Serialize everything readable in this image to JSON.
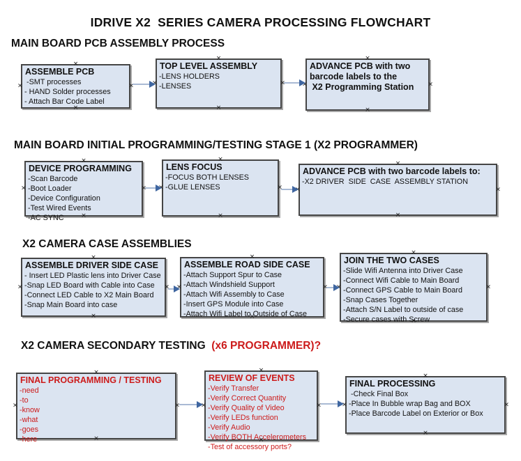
{
  "title": "IDRIVE X2  SERIES CAMERA PROCESSING FLOWCHART",
  "colors": {
    "box_fill": "#dbe4f1",
    "box_border": "#454545",
    "box_shadow": "#a8a8a8",
    "arrow_line": "#a9bad4",
    "arrow_head": "#3f66a0",
    "red_text": "#cc1b1b"
  },
  "sections": [
    {
      "heading": "MAIN BOARD PCB ASSEMBLY PROCESS",
      "heading_red": "",
      "boxes": [
        {
          "title": "ASSEMBLE PCB",
          "items": [
            " -SMT processes",
            "- HAND Solder processes",
            "- Attach Bar Code Label"
          ]
        },
        {
          "title": "TOP LEVEL ASSEMBLY",
          "items": [
            "-LENS HOLDERS",
            "-LENSES"
          ]
        },
        {
          "title": "ADVANCE PCB with two\nbarcode labels to the\n X2 Programming Station",
          "items": []
        }
      ]
    },
    {
      "heading": "MAIN BOARD INITIAL PROGRAMMING/TESTING STAGE 1 (X2 PROGRAMMER)",
      "heading_red": "",
      "boxes": [
        {
          "title": "DEVICE PROGRAMMING",
          "items": [
            "-Scan Barcode",
            "-Boot Loader",
            "-Device Configuration",
            "-Test Wired Events",
            "-AC SYNC"
          ]
        },
        {
          "title": "LENS FOCUS",
          "items": [
            "-FOCUS BOTH LENSES",
            "-GLUE LENSES"
          ]
        },
        {
          "title": "ADVANCE PCB with two barcode labels to:",
          "items": [
            "-X2 DRIVER  SIDE  CASE  ASSEMBLY STATION"
          ]
        }
      ]
    },
    {
      "heading": "X2 CAMERA CASE ASSEMBLIES",
      "heading_red": "",
      "boxes": [
        {
          "title": "ASSEMBLE DRIVER SIDE CASE",
          "items": [
            "- Insert LED Plastic lens into Driver Case",
            "-Snap LED Board with Cable into Case",
            "-Connect LED Cable to X2 Main Board",
            "-Snap Main Board into case"
          ]
        },
        {
          "title": "ASSEMBLE ROAD SIDE CASE",
          "items": [
            "-Attach Support Spur to Case",
            "-Attach Windshield Support",
            "-Attach Wifi Assembly to Case",
            "-Insert GPS Module into Case",
            "-Attach Wifi Label to Outside of Case"
          ]
        },
        {
          "title": "JOIN THE TWO CASES",
          "items": [
            "-Slide Wifi Antenna into Driver Case",
            "-Connect Wifi Cable to Main Board",
            "-Connect GPS Cable to Main Board",
            "-Snap Cases Together",
            "-Attach S/N Label to outside of case",
            "-Secure cases with Screw"
          ]
        }
      ]
    },
    {
      "heading": "X2 CAMERA SECONDARY TESTING ",
      "heading_red": " (x6 PROGRAMMER)?",
      "boxes": [
        {
          "title": "FINAL PROGRAMMING / TESTING",
          "items": [
            "-need",
            "-to",
            "-know",
            "-what",
            "-goes",
            "-here"
          ]
        },
        {
          "title": "REVIEW OF EVENTS",
          "items": [
            "-Verify Transfer",
            "-Verify Correct Quantity",
            "-Verify Quality of Video",
            "-Verify LEDs function",
            "-Verify Audio",
            "-Verify BOTH Accelerometers",
            "-Test of accessory ports?"
          ]
        },
        {
          "title": "FINAL PROCESSING",
          "items": [
            " -Check Final Box",
            "-Place In Bubble wrap Bag and BOX",
            "-Place Barcode Label on Exterior or Box"
          ]
        }
      ]
    }
  ]
}
